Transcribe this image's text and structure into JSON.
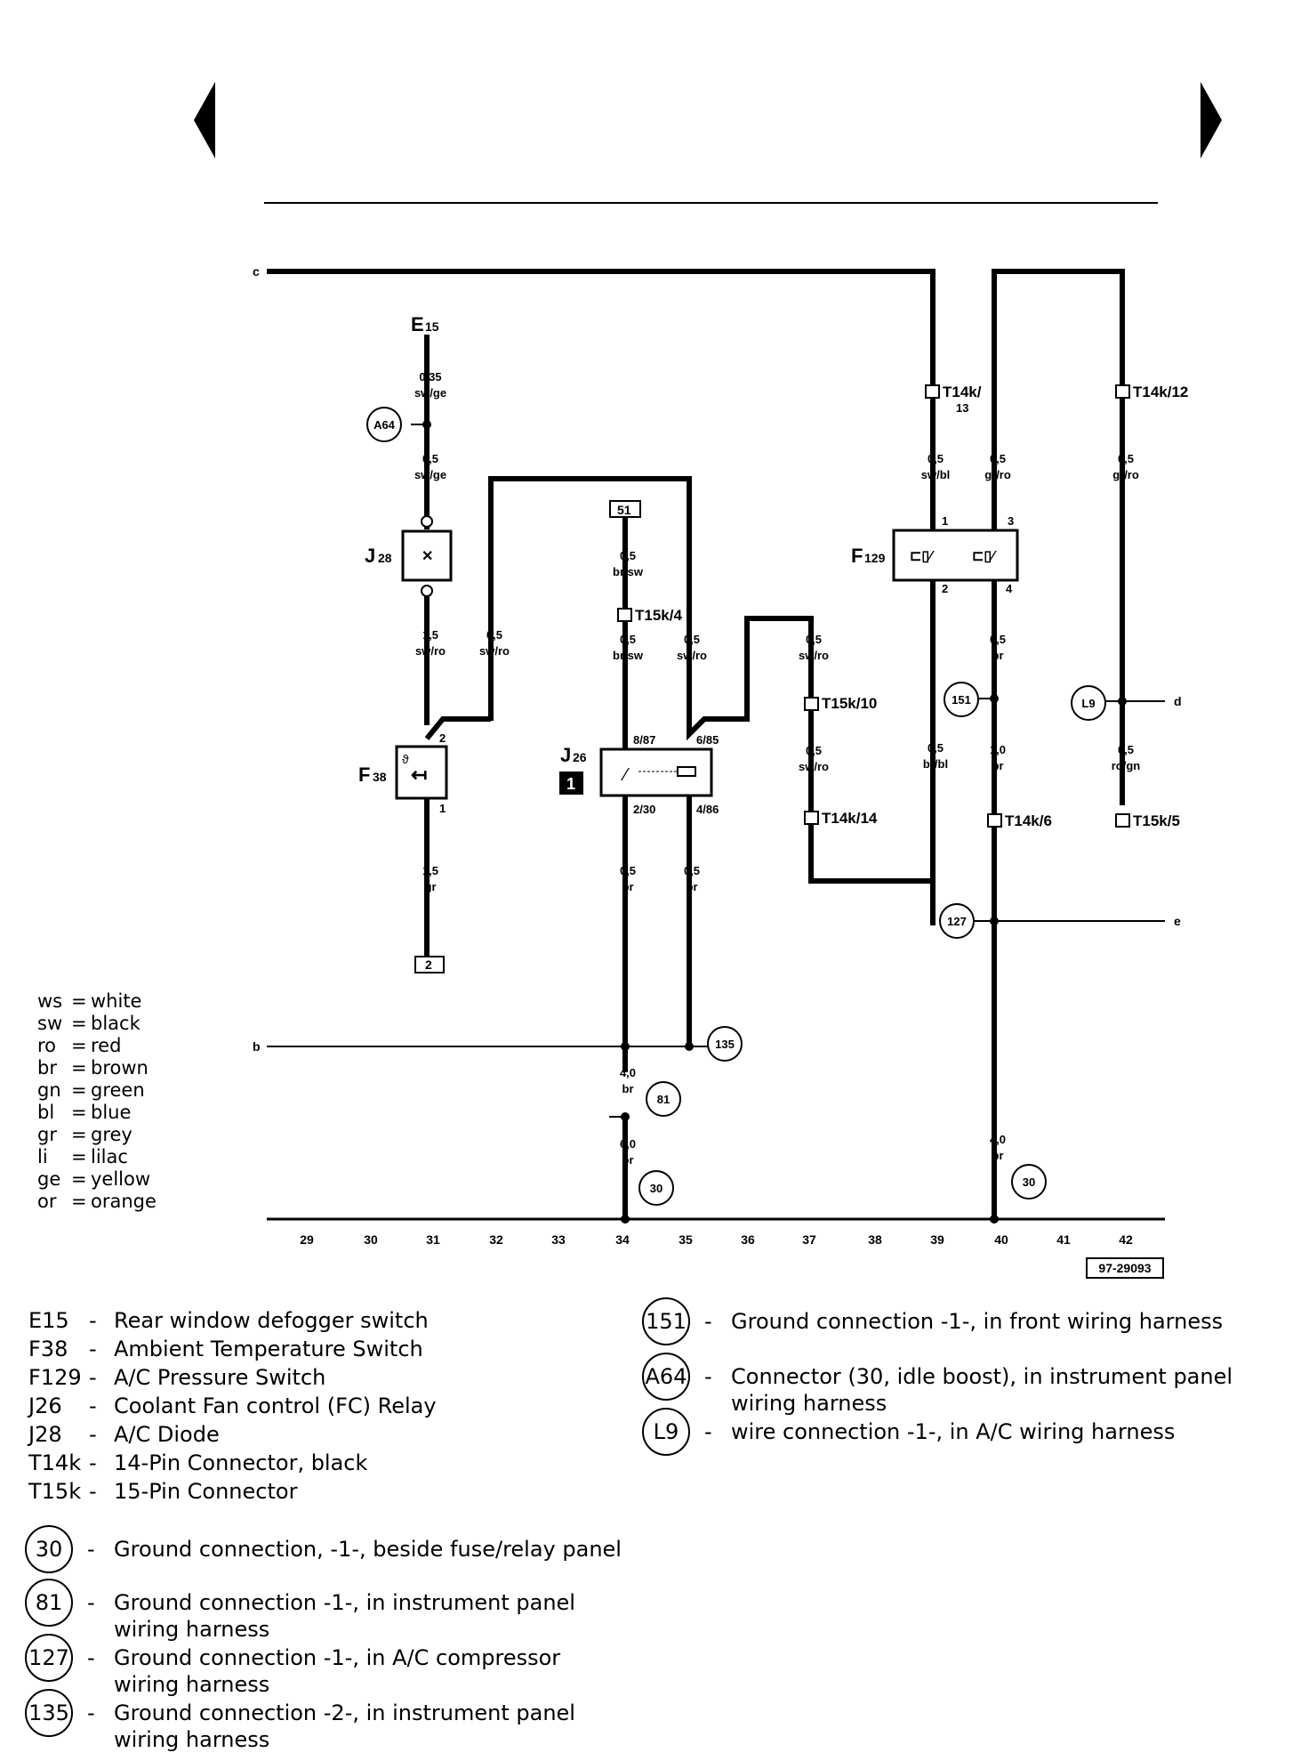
{
  "figure_id": "97-29093",
  "wire_codes": {
    "c": "c",
    "b": "b",
    "d": "d",
    "e": "e"
  },
  "components": {
    "E15": {
      "base": "E",
      "sub": "15"
    },
    "J28": {
      "base": "J",
      "sub": "28"
    },
    "F38": {
      "base": "F",
      "sub": "38"
    },
    "J26": {
      "base": "J",
      "sub": "26",
      "marker": "1"
    },
    "F129": {
      "base": "F",
      "sub": "129"
    }
  },
  "terminals": {
    "t51": "51",
    "t2": "2",
    "f38_2": "2",
    "f38_1": "1",
    "j26_887": "8/87",
    "j26_685": "6/85",
    "j26_230": "2/30",
    "j26_486": "4/86",
    "f129_1": "1",
    "f129_3": "3",
    "f129_2": "2",
    "f129_4": "4"
  },
  "connectors": {
    "T14k13_a": "T14k/",
    "T14k13_b": "13",
    "T14k12": "T14k/12",
    "T15k4": "T15k/4",
    "T15k10": "T15k/10",
    "T14k14": "T14k/14",
    "T14k6": "T14k/6",
    "T15k5": "T15k/5"
  },
  "wires": {
    "w1_size": "0,35",
    "w1_color": "sw/ge",
    "w2_size": "0,5",
    "w2_color": "sw/ge",
    "w3_size": "1,5",
    "w3_color": "sw/ro",
    "w4_size": "0,5",
    "w4_color": "sw/ro",
    "w5_size": "1,5",
    "w5_color": "gr",
    "w6_size": "0,5",
    "w6_color": "br/sw",
    "w7_size": "0,5",
    "w7_color": "br/sw",
    "w8_size": "0,5",
    "w8_color": "sw/ro",
    "w9_size": "0,5",
    "w9_color": "br",
    "w10_size": "0,5",
    "w10_color": "br",
    "w11_size": "0,5",
    "w11_color": "sw/ro",
    "w12_size": "0,5",
    "w12_color": "sw/ro",
    "w13_size": "0,5",
    "w13_color": "sw/bl",
    "w14_size": "0,5",
    "w14_color": "gr/ro",
    "w15_size": "0,5",
    "w15_color": "gr/ro",
    "w16_size": "0,5",
    "w16_color": "br/bl",
    "w17_size": "0,5",
    "w17_color": "br",
    "w18_size": "1,0",
    "w18_color": "br",
    "w19_size": "0,5",
    "w19_color": "ro/gn",
    "w20_size": "4,0",
    "w20_color": "br",
    "w21_size": "6,0",
    "w21_color": "br",
    "w22_size": "4,0",
    "w22_color": "br"
  },
  "ground_points": {
    "g_a64": "A64",
    "g_151": "151",
    "g_l9": "L9",
    "g_135": "135",
    "g_81": "81",
    "g_30a": "30",
    "g_127": "127",
    "g_30b": "30"
  },
  "grid_numbers": [
    "29",
    "30",
    "31",
    "32",
    "33",
    "34",
    "35",
    "36",
    "37",
    "38",
    "39",
    "40",
    "41",
    "42"
  ],
  "color_legend": [
    {
      "code": "ws",
      "name": "white"
    },
    {
      "code": "sw",
      "name": "black"
    },
    {
      "code": "ro",
      "name": "red"
    },
    {
      "code": "br",
      "name": "brown"
    },
    {
      "code": "gn",
      "name": "green"
    },
    {
      "code": "bl",
      "name": "blue"
    },
    {
      "code": "gr",
      "name": "grey"
    },
    {
      "code": "li",
      "name": "lilac"
    },
    {
      "code": "ge",
      "name": "yellow"
    },
    {
      "code": "or",
      "name": "orange"
    }
  ],
  "component_list": [
    {
      "code": "E15",
      "dash": "-",
      "desc": "Rear window defogger switch"
    },
    {
      "code": "F38",
      "dash": "-",
      "desc": "Ambient Temperature Switch"
    },
    {
      "code": "F129",
      "dash": "-",
      "desc": "A/C Pressure Switch"
    },
    {
      "code": "J26",
      "dash": "-",
      "desc": "Coolant Fan control (FC) Relay"
    },
    {
      "code": "J28",
      "dash": "-",
      "desc": "A/C Diode"
    },
    {
      "code": "T14k",
      "dash": "-",
      "desc": "14-Pin Connector, black"
    },
    {
      "code": "T15k",
      "dash": "-",
      "desc": "15-Pin Connector"
    }
  ],
  "ground_list_left": [
    {
      "num": "30",
      "dash": "-",
      "desc": "Ground connection, -1-, beside fuse/relay panel"
    },
    {
      "num": "81",
      "dash": "-",
      "desc": "Ground connection -1-, in instrument panel\nwiring harness"
    },
    {
      "num": "127",
      "dash": "-",
      "desc": "Ground connection -1-, in A/C compressor\nwiring harness"
    },
    {
      "num": "135",
      "dash": "-",
      "desc": "Ground connection -2-, in instrument panel\nwiring harness"
    }
  ],
  "ground_list_right": [
    {
      "num": "151",
      "dash": "-",
      "desc": "Ground connection -1-, in front wiring harness"
    },
    {
      "num": "A64",
      "dash": "-",
      "desc": "Connector (30, idle boost), in instrument panel\nwiring harness"
    },
    {
      "num": "L9",
      "dash": "-",
      "desc": "wire connection -1-, in A/C wiring harness"
    }
  ]
}
